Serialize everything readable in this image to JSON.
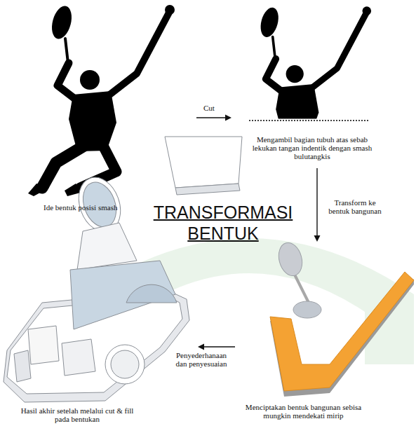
{
  "diagram": {
    "title": "TRANSFORMASI BENTUK",
    "nodes": [
      {
        "text": [
          "Ide bentuk posisi smash"
        ]
      },
      {
        "text": [
          "Mengambil bagian tubuh atas sebab lekukan tangan indentik dengan smash bulutangkis"
        ]
      },
      {
        "text": [
          "Menciptakan bentuk bangunan sebisa mungkin mendekati mirip"
        ]
      },
      {
        "text": [
          "Hasil akhir setelah melalui cut & fill pada bentukan"
        ]
      }
    ],
    "edges": [
      {
        "from": 0,
        "to": 1,
        "arrow": "to",
        "label": "Cut"
      },
      {
        "from": 1,
        "to": 2,
        "arrow": "to",
        "label": "Transform ke bentuk bangunan"
      },
      {
        "from": 2,
        "to": 3,
        "arrow": "to",
        "label": "Penyederhanaan dan penyesuaian"
      }
    ]
  }
}
